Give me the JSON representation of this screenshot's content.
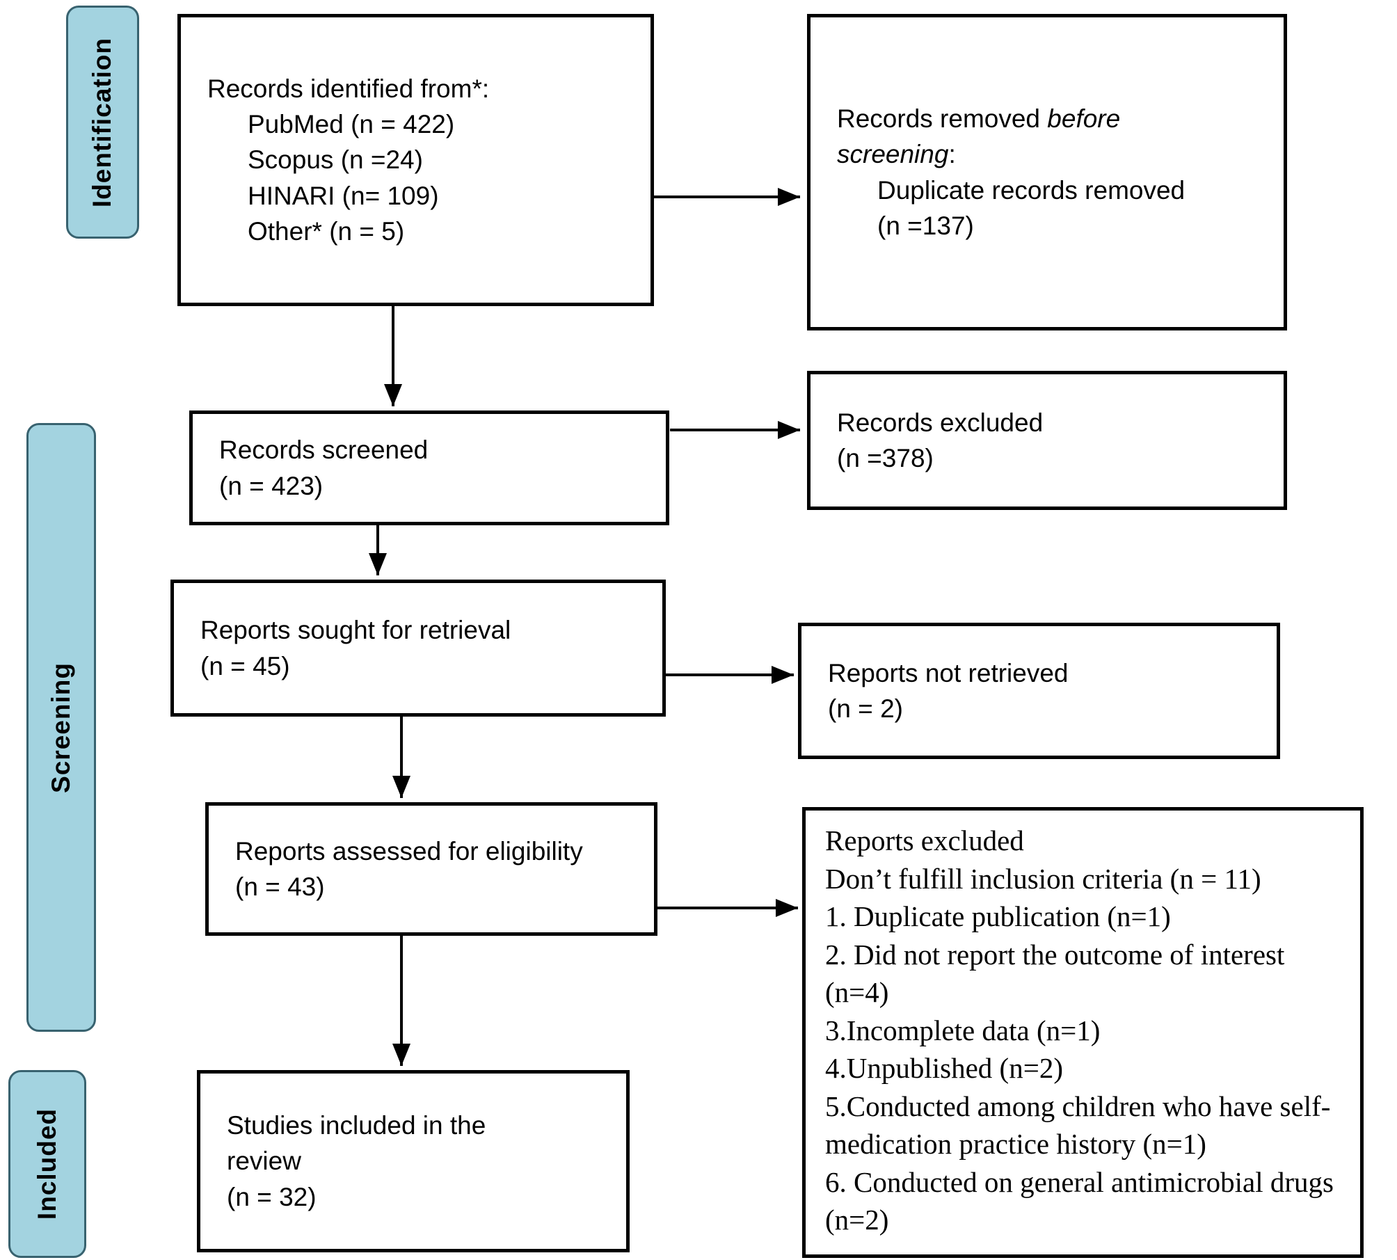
{
  "stages": {
    "identification": "Identification",
    "screening": "Screening",
    "included": "Included"
  },
  "boxes": {
    "records_identified": {
      "title": "Records identified from*:",
      "items": [
        "PubMed (n = 422)",
        "Scopus (n =24)",
        "HINARI (n= 109)",
        "Other* (n = 5)"
      ]
    },
    "records_removed": {
      "line1_plain": "Records removed ",
      "line1_italic": "before",
      "line2_italic": "screening",
      "line2_plain": ":",
      "item_line1": "Duplicate records removed",
      "item_line2": "(n =137)"
    },
    "records_screened": {
      "line1": "Records screened",
      "line2": "(n = 423)"
    },
    "records_excluded": {
      "line1": "Records excluded",
      "line2": "(n =378)"
    },
    "reports_sought": {
      "line1": "Reports sought for retrieval",
      "line2": "(n = 45)"
    },
    "reports_not_retrieved": {
      "line1": "Reports not retrieved",
      "line2": "(n = 2)"
    },
    "reports_assessed": {
      "line1": "Reports assessed for eligibility",
      "line2": "(n = 43)"
    },
    "reports_excluded": {
      "title": "Reports excluded",
      "subtitle": "Don’t fulfill inclusion criteria (n = 11)",
      "reasons": [
        "1. Duplicate publication (n=1)",
        "2. Did not report the outcome of interest (n=4)",
        "3.Incomplete data (n=1)",
        "4.Unpublished (n=2)",
        "5.Conducted among children who have self-medication practice history (n=1)",
        "6. Conducted on general antimicrobial drugs (n=2)"
      ]
    },
    "studies_included": {
      "line1": "Studies included in the",
      "line2": "review",
      "line3": "(n = 32)"
    }
  },
  "colors": {
    "stage_fill": "#a3d3e0",
    "stage_border": "#38626f",
    "box_border": "#000000",
    "arrow": "#000000"
  }
}
